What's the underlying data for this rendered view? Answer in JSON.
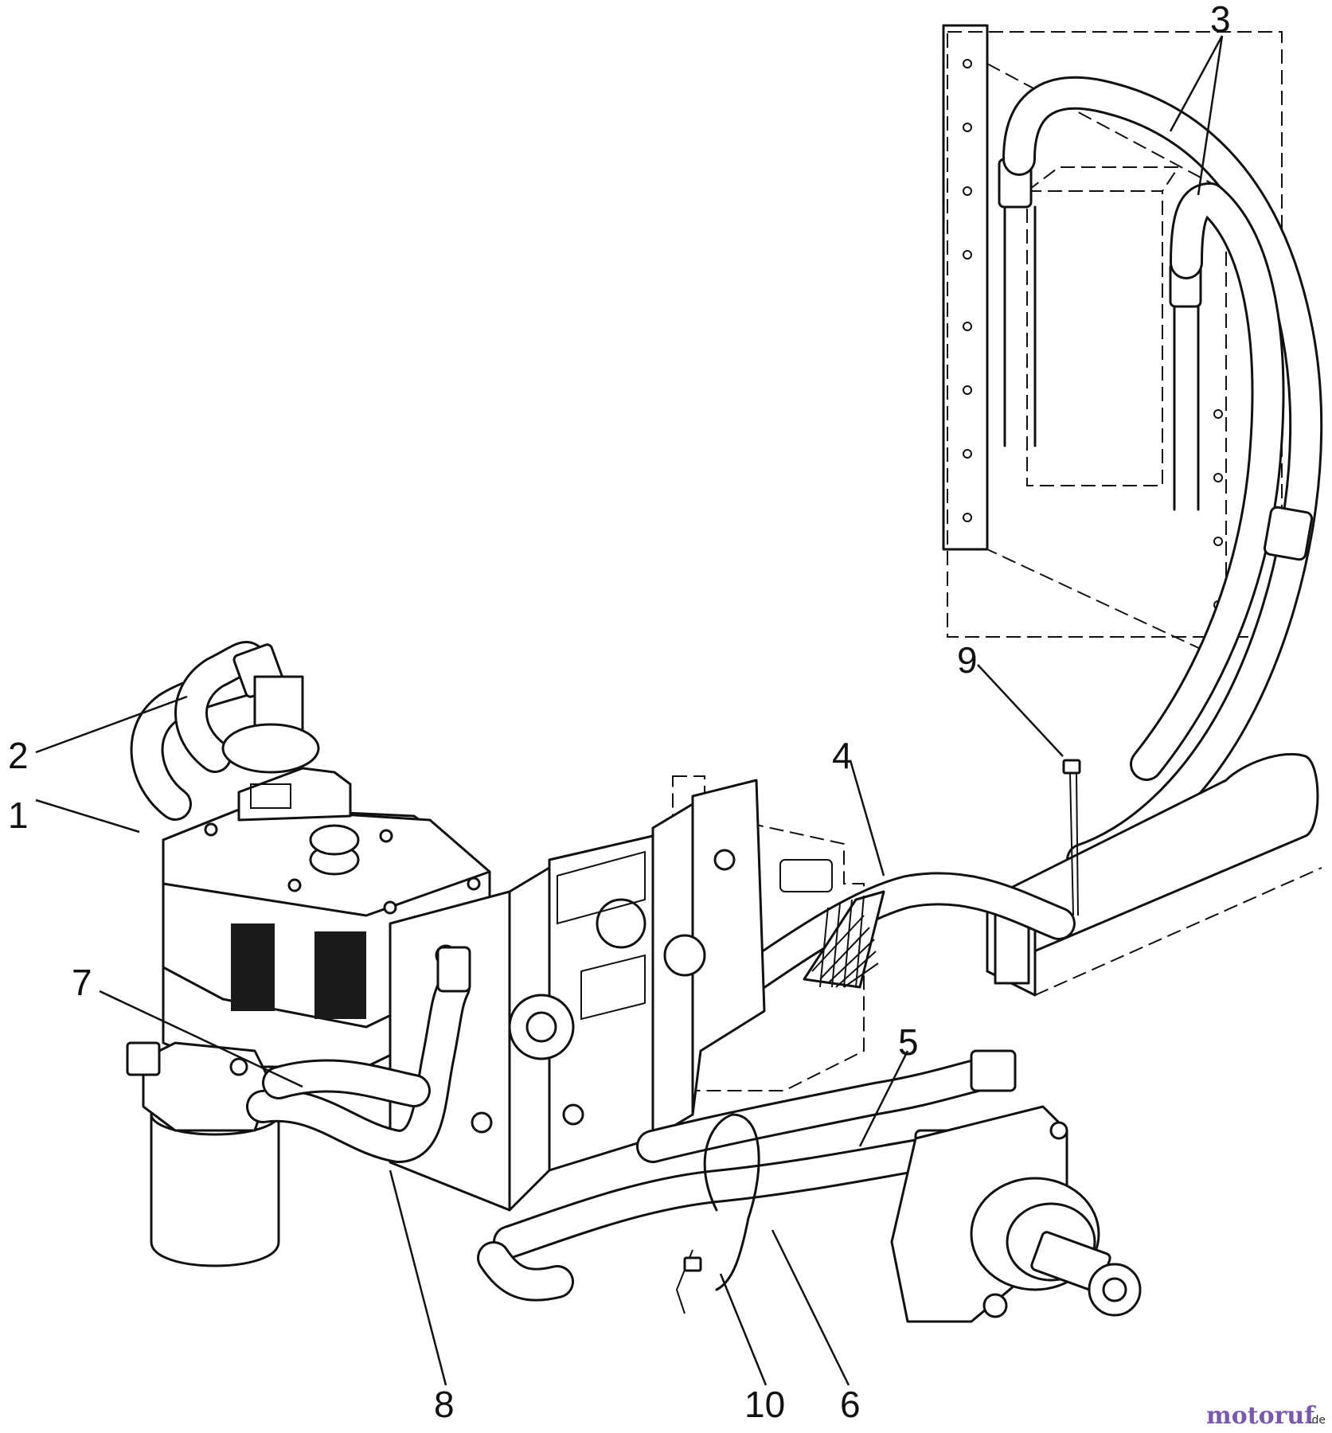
{
  "callouts": [
    {
      "id": "1",
      "text": "1"
    },
    {
      "id": "2",
      "text": "2"
    },
    {
      "id": "3",
      "text": "3"
    },
    {
      "id": "4",
      "text": "4"
    },
    {
      "id": "5",
      "text": "5"
    },
    {
      "id": "6",
      "text": "6"
    },
    {
      "id": "7",
      "text": "7"
    },
    {
      "id": "8",
      "text": "8"
    },
    {
      "id": "9",
      "text": "9"
    },
    {
      "id": "10",
      "text": "10"
    }
  ],
  "watermark": {
    "brand": "motoruf",
    "suffix": ".de",
    "brand_color": "#7a5aa8",
    "suffix_color": "#333333"
  }
}
